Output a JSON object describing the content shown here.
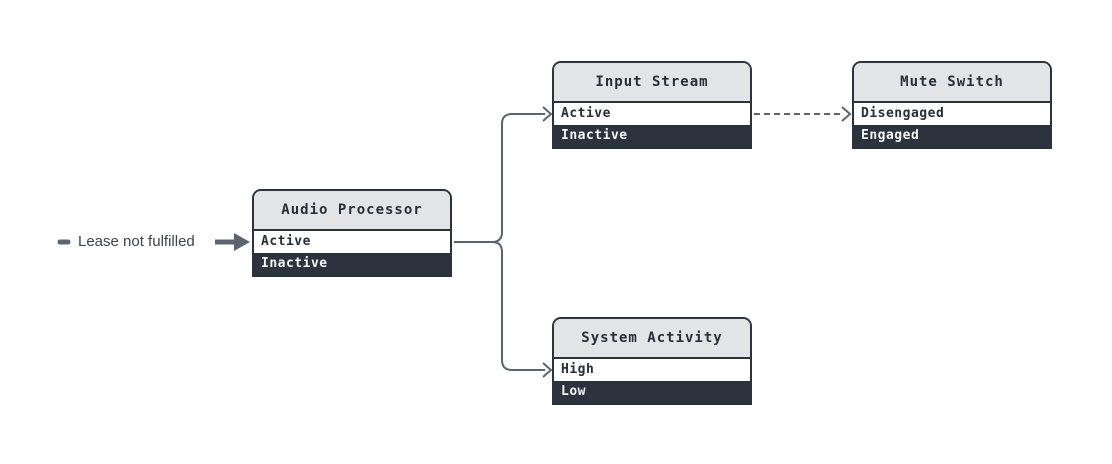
{
  "diagram": {
    "annotation": {
      "label": "Lease not fulfilled"
    },
    "nodes": [
      {
        "title": "Audio Processor",
        "rows": [
          {
            "label": "Active",
            "state": "light"
          },
          {
            "label": "Inactive",
            "state": "dark"
          }
        ]
      },
      {
        "title": "Input Stream",
        "rows": [
          {
            "label": "Active",
            "state": "light"
          },
          {
            "label": "Inactive",
            "state": "dark"
          }
        ]
      },
      {
        "title": "Mute Switch",
        "rows": [
          {
            "label": "Disengaged",
            "state": "light"
          },
          {
            "label": "Engaged",
            "state": "dark"
          }
        ]
      },
      {
        "title": "System Activity",
        "rows": [
          {
            "label": "High",
            "state": "light"
          },
          {
            "label": "Low",
            "state": "dark"
          }
        ]
      }
    ],
    "edges": [
      {
        "from": "annotation",
        "to": "Audio Processor / Active",
        "style": "solid-thick-filled-arrow"
      },
      {
        "from": "Audio Processor / Active",
        "to": "Input Stream / Active",
        "style": "solid"
      },
      {
        "from": "Audio Processor / Active",
        "to": "System Activity / High",
        "style": "solid"
      },
      {
        "from": "Input Stream / Active",
        "to": "Mute Switch / Disengaged",
        "style": "dashed"
      }
    ],
    "colors": {
      "node_border": "#2a333e",
      "header_bg": "#e2e4e6",
      "row_light_bg": "#ffffff",
      "row_dark_bg": "#2a333e",
      "row_dark_text": "#f4f6f7",
      "connector": "#5b6470",
      "annotation_text": "#3c434d",
      "canvas_bg": "#ffffff"
    }
  }
}
